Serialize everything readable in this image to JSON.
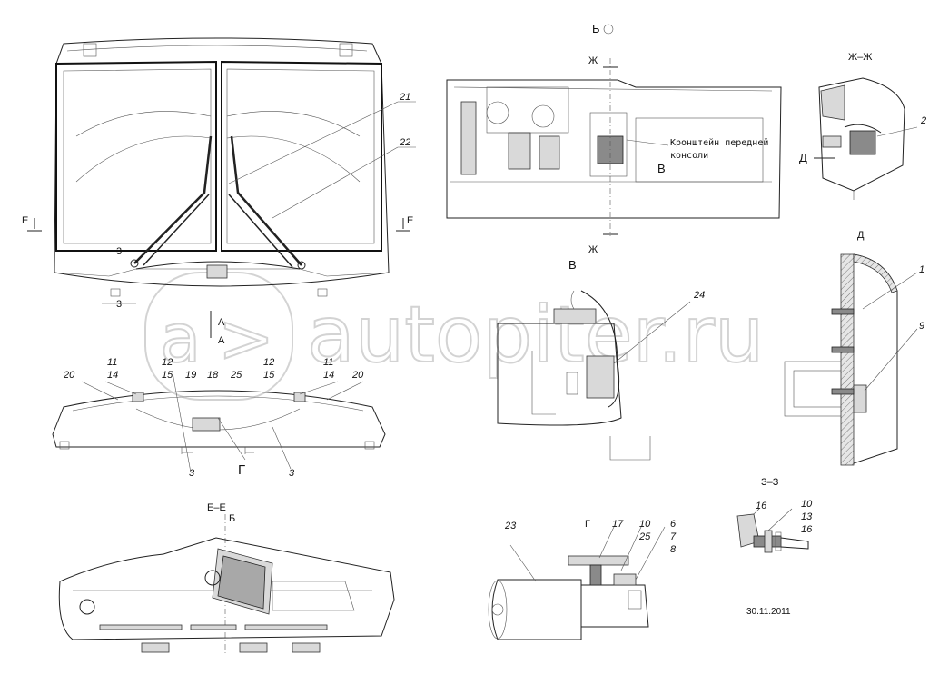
{
  "watermark": "autopiter.ru",
  "date": "30.11.2011",
  "note_bracket": [
    "Кронштейн передней",
    "консоли"
  ],
  "sections": {
    "b_view": "Б",
    "zh_cut": "Ж",
    "zh_section": "Ж–Ж",
    "d_view": "Д",
    "v_view": "В",
    "v_detail": "В",
    "g_view": "Г",
    "g_detail": "Г",
    "e_cut": "Е",
    "e_section": "Е–Е",
    "z_section": "З–З",
    "z_cut": "З",
    "a_cut": "А",
    "b_arrow": "Б"
  },
  "leaders": {
    "front": [
      "21",
      "22",
      "3",
      "3"
    ],
    "top": [
      "11",
      "14",
      "20",
      "12",
      "15",
      "19",
      "18",
      "25",
      "12",
      "15",
      "11",
      "14",
      "20",
      "3",
      "3"
    ],
    "zh": [
      "2"
    ],
    "d": [
      "1",
      "9"
    ],
    "v": [
      "24"
    ],
    "g": [
      "23",
      "17",
      "10",
      "25",
      "6",
      "7",
      "8"
    ],
    "z": [
      "16",
      "10",
      "13",
      "16"
    ]
  }
}
